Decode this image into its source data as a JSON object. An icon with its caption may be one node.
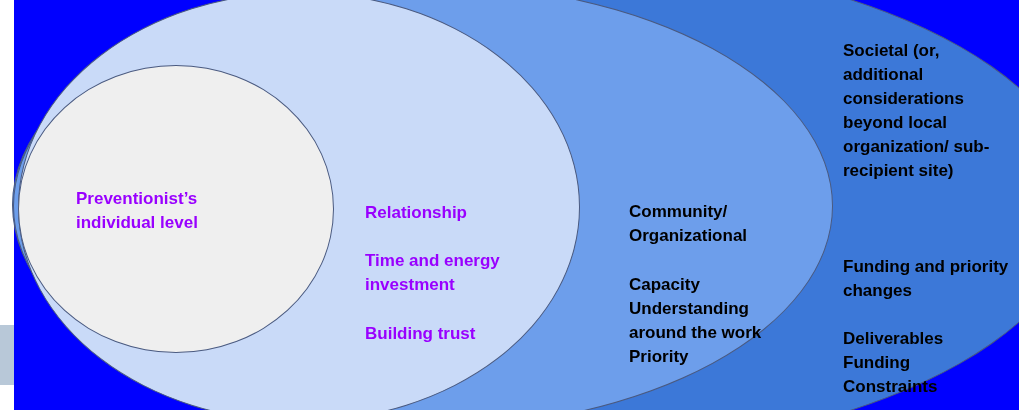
{
  "diagram": {
    "nodes": [
      {
        "text": [
          "Societal (or, additional considerations beyond local organization/ sub-recipient site)",
          "Funding and priority changes",
          "Deliverables Funding Constraints"
        ]
      },
      {
        "text": [
          "Community/ Organizational",
          "Capacity Understanding around the work Priority"
        ],
        "in": 0
      },
      {
        "text": [
          "Relationship",
          "Time and energy investment",
          "Building trust"
        ],
        "in": 1
      },
      {
        "text": [
          "Preventionist’s individual level"
        ],
        "in": 2
      }
    ]
  }
}
